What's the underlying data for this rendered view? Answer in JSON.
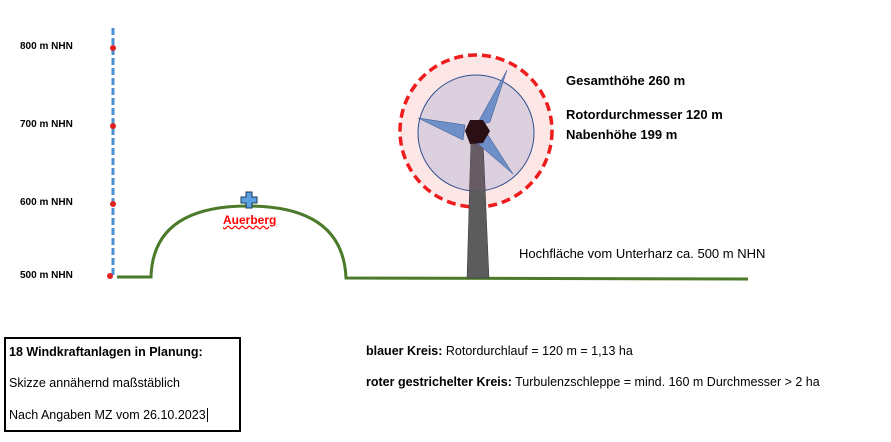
{
  "scale_labels": [
    "800 m NHN",
    "700 m NHN",
    "600 m NHN",
    "500 m NHN"
  ],
  "mountain_label": "Auerberg",
  "turbine_info": {
    "total_height": "Gesamthöhe 260 m",
    "rotor_diameter": "Rotordurchmesser 120 m",
    "hub_height": "Nabenhöhe 199 m"
  },
  "plateau_label": "Hochfläche vom Unterharz ca. 500 m NHN",
  "info_box": {
    "title": "18 Windkraftanlagen in Planung:",
    "line1": "Skizze annähernd maßstäblich",
    "line2": "Nach Angaben MZ vom 26.10.2023"
  },
  "legend": {
    "blue_key": "blauer Kreis:",
    "blue_text": " Rotordurchlauf = 120 m = 1,13 ha",
    "red_key": "roter gestrichelter Kreis:",
    "red_text": " Turbulenzschleppe = mind. 160 m Durchmesser > 2 ha"
  },
  "colors": {
    "ground": "#4a7a2a",
    "axis": "#4a8fd4",
    "marker": "#e02020",
    "dashed_circle": "#ee1c1c",
    "rotor": "#6f8fc8",
    "label_red": "#ff0000"
  }
}
